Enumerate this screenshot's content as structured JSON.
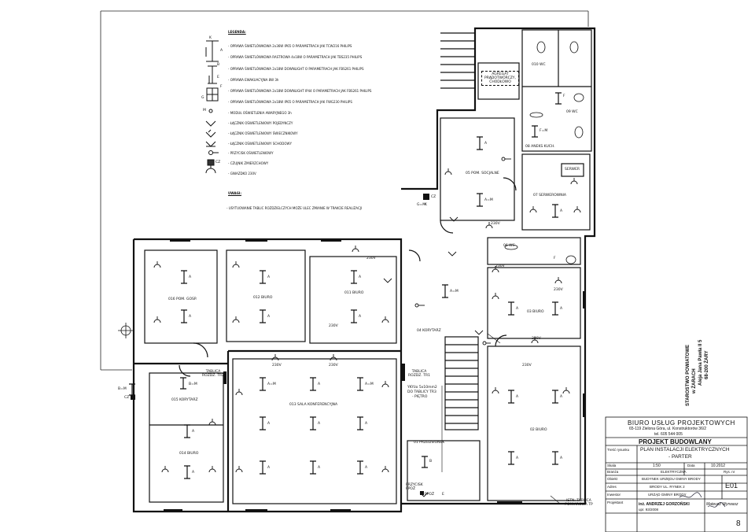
{
  "legend": {
    "title": "LEGENDA:",
    "items": [
      "- OPRAWA ŚWIETLÓWKOWA 2x36W IP65 O PARAMETRACH JAK TCW216 PHILIPS",
      "- OPRAWA ŚWIETLÓWKOWA RASTROWA 4x18W O PARAMETRACH JAK TBS235 PHILIPS",
      "- OPRAWA ŚWIETLÓWKOWA 2x18W DOWNLIGHT O PARAMETRACH JAK FBS261 PHILIPS",
      "- OPRAWA EWAKUACYJNA 8W 3h",
      "- OPRAWA ŚWIETLÓWKOWA 2x18W DOWNLIGHT IP44 O PARAMETRACH JAK FBS261 PHILIPS",
      "- OPRAWA ŚWIETLÓWKOWA 2x18W IP65 O PARAMETRACH JAK FWG230 PHILIPS",
      "- MODUŁ OŚWIETLENIA AWARYJNEGO 3h",
      "- ŁĄCZNIK OŚWIETLENIOWY POJEDYNCZY",
      "- ŁĄCZNIK OŚWIETLENIOWY ŚWIECZNIKOWY",
      "- ŁĄCZNIK OŚWIETLENIOWY SCHODOWY",
      "- PRZYCISK OŚWIETLENIOWY",
      "- CZUJNIK ZMIERZCHOWY",
      "- GNIAZDKO 230V"
    ],
    "letters": [
      "K",
      "A",
      "B",
      "E",
      "F",
      "G"
    ],
    "module_code": "M",
    "sensor_code": "CZ"
  },
  "notes": {
    "title": "UWAGI:",
    "text": "- USYTUOWANIE TABLIC ROZDZIELCZYCH MOŻE ULEC ZMIANIE W TRAKCIE REALIZACJI"
  },
  "rooms": [
    {
      "id": "010",
      "label": "010 WC"
    },
    {
      "id": "agregat",
      "label": "AGREGAT PRĄDOTWÓRCZY, CHODŁOWO"
    },
    {
      "id": "09wc",
      "label": "09 WC"
    },
    {
      "id": "08",
      "label": "08 ANEKS KUCH."
    },
    {
      "id": "05",
      "label": "05 POM. SOCJALNE"
    },
    {
      "id": "07",
      "label": "07 SERWEROWNIA"
    },
    {
      "id": "serwer",
      "label": "SERWER"
    },
    {
      "id": "06",
      "label": "06 WC"
    },
    {
      "id": "016",
      "label": "016 POM. GOSP."
    },
    {
      "id": "012",
      "label": "012 BIURO"
    },
    {
      "id": "011",
      "label": "011 BIURO"
    },
    {
      "id": "03",
      "label": "03 BIURO"
    },
    {
      "id": "04",
      "label": "04 KORYTARZ"
    },
    {
      "id": "015",
      "label": "015 KORYTARZ"
    },
    {
      "id": "013",
      "label": "013 SALA KONFERENCYJNA"
    },
    {
      "id": "014",
      "label": "014 BIURO"
    },
    {
      "id": "01",
      "label": "01 PRZEDSIONEK"
    },
    {
      "id": "02",
      "label": "02 BIURO"
    }
  ],
  "boards": {
    "tr2": "TABLICA ROZDZ. TR2",
    "tr1": "TABLICA ROZDZ. TR1",
    "wire": "YKYżo 5x10mm2",
    "wire_to": "DO TABLICY TR3",
    "floor": "- PIĘTRO",
    "tp": "ISTN. TABLICA POMIAROWA TP",
    "przyc": "PRZYCISK PPOŻ",
    "ppoz": "PPOŻ"
  },
  "fixture_tags": [
    "A",
    "A=M",
    "B",
    "B=M",
    "E",
    "F",
    "F=M",
    "G",
    "G=M",
    "CZ",
    "K",
    "230V"
  ],
  "title_block": {
    "office": "BIURO USŁUG PROJEKTOWYCH",
    "address": "65-119 Zielona Góra, ul. Konstruktorów 36/2",
    "tel": "tel. 605 544 005",
    "project": "PROJEKT BUDOWLANY",
    "drawing_label": "Treść rysunku",
    "drawing": "PLAN INSTALACJI ELEKTRYCZNYCH",
    "drawing2": "- PARTER",
    "scale_label": "Skala",
    "scale": "1:50",
    "date_label": "Data",
    "date": "10.2012",
    "branch_label": "Branża",
    "branch": "ELEKTRYCZNA",
    "sheet_label": "Rys. nr",
    "sheet": "E01",
    "object_label": "Obiekt",
    "object": "BUDYNEK URZĘDU GMINY BRODY",
    "addr_label": "Adres",
    "addr": "BRODY UL. RYNEK 2",
    "investor_label": "Inwestor",
    "investor": "URZĄD GMINY BRODY",
    "designer_label": "Projektant",
    "designer": "inż. ANDRZEJ GORZOŃSKI",
    "uprawn": "upr. 93/2008",
    "checker": "Mateusz Wyrwasz",
    "page": "8"
  },
  "stamp": {
    "line1": "STAROSTWO POWIATOWE",
    "line2": "w ŻARACH",
    "line3": "Aleja Jana Pawła II 5",
    "line4": "68-200 ŻARY"
  }
}
